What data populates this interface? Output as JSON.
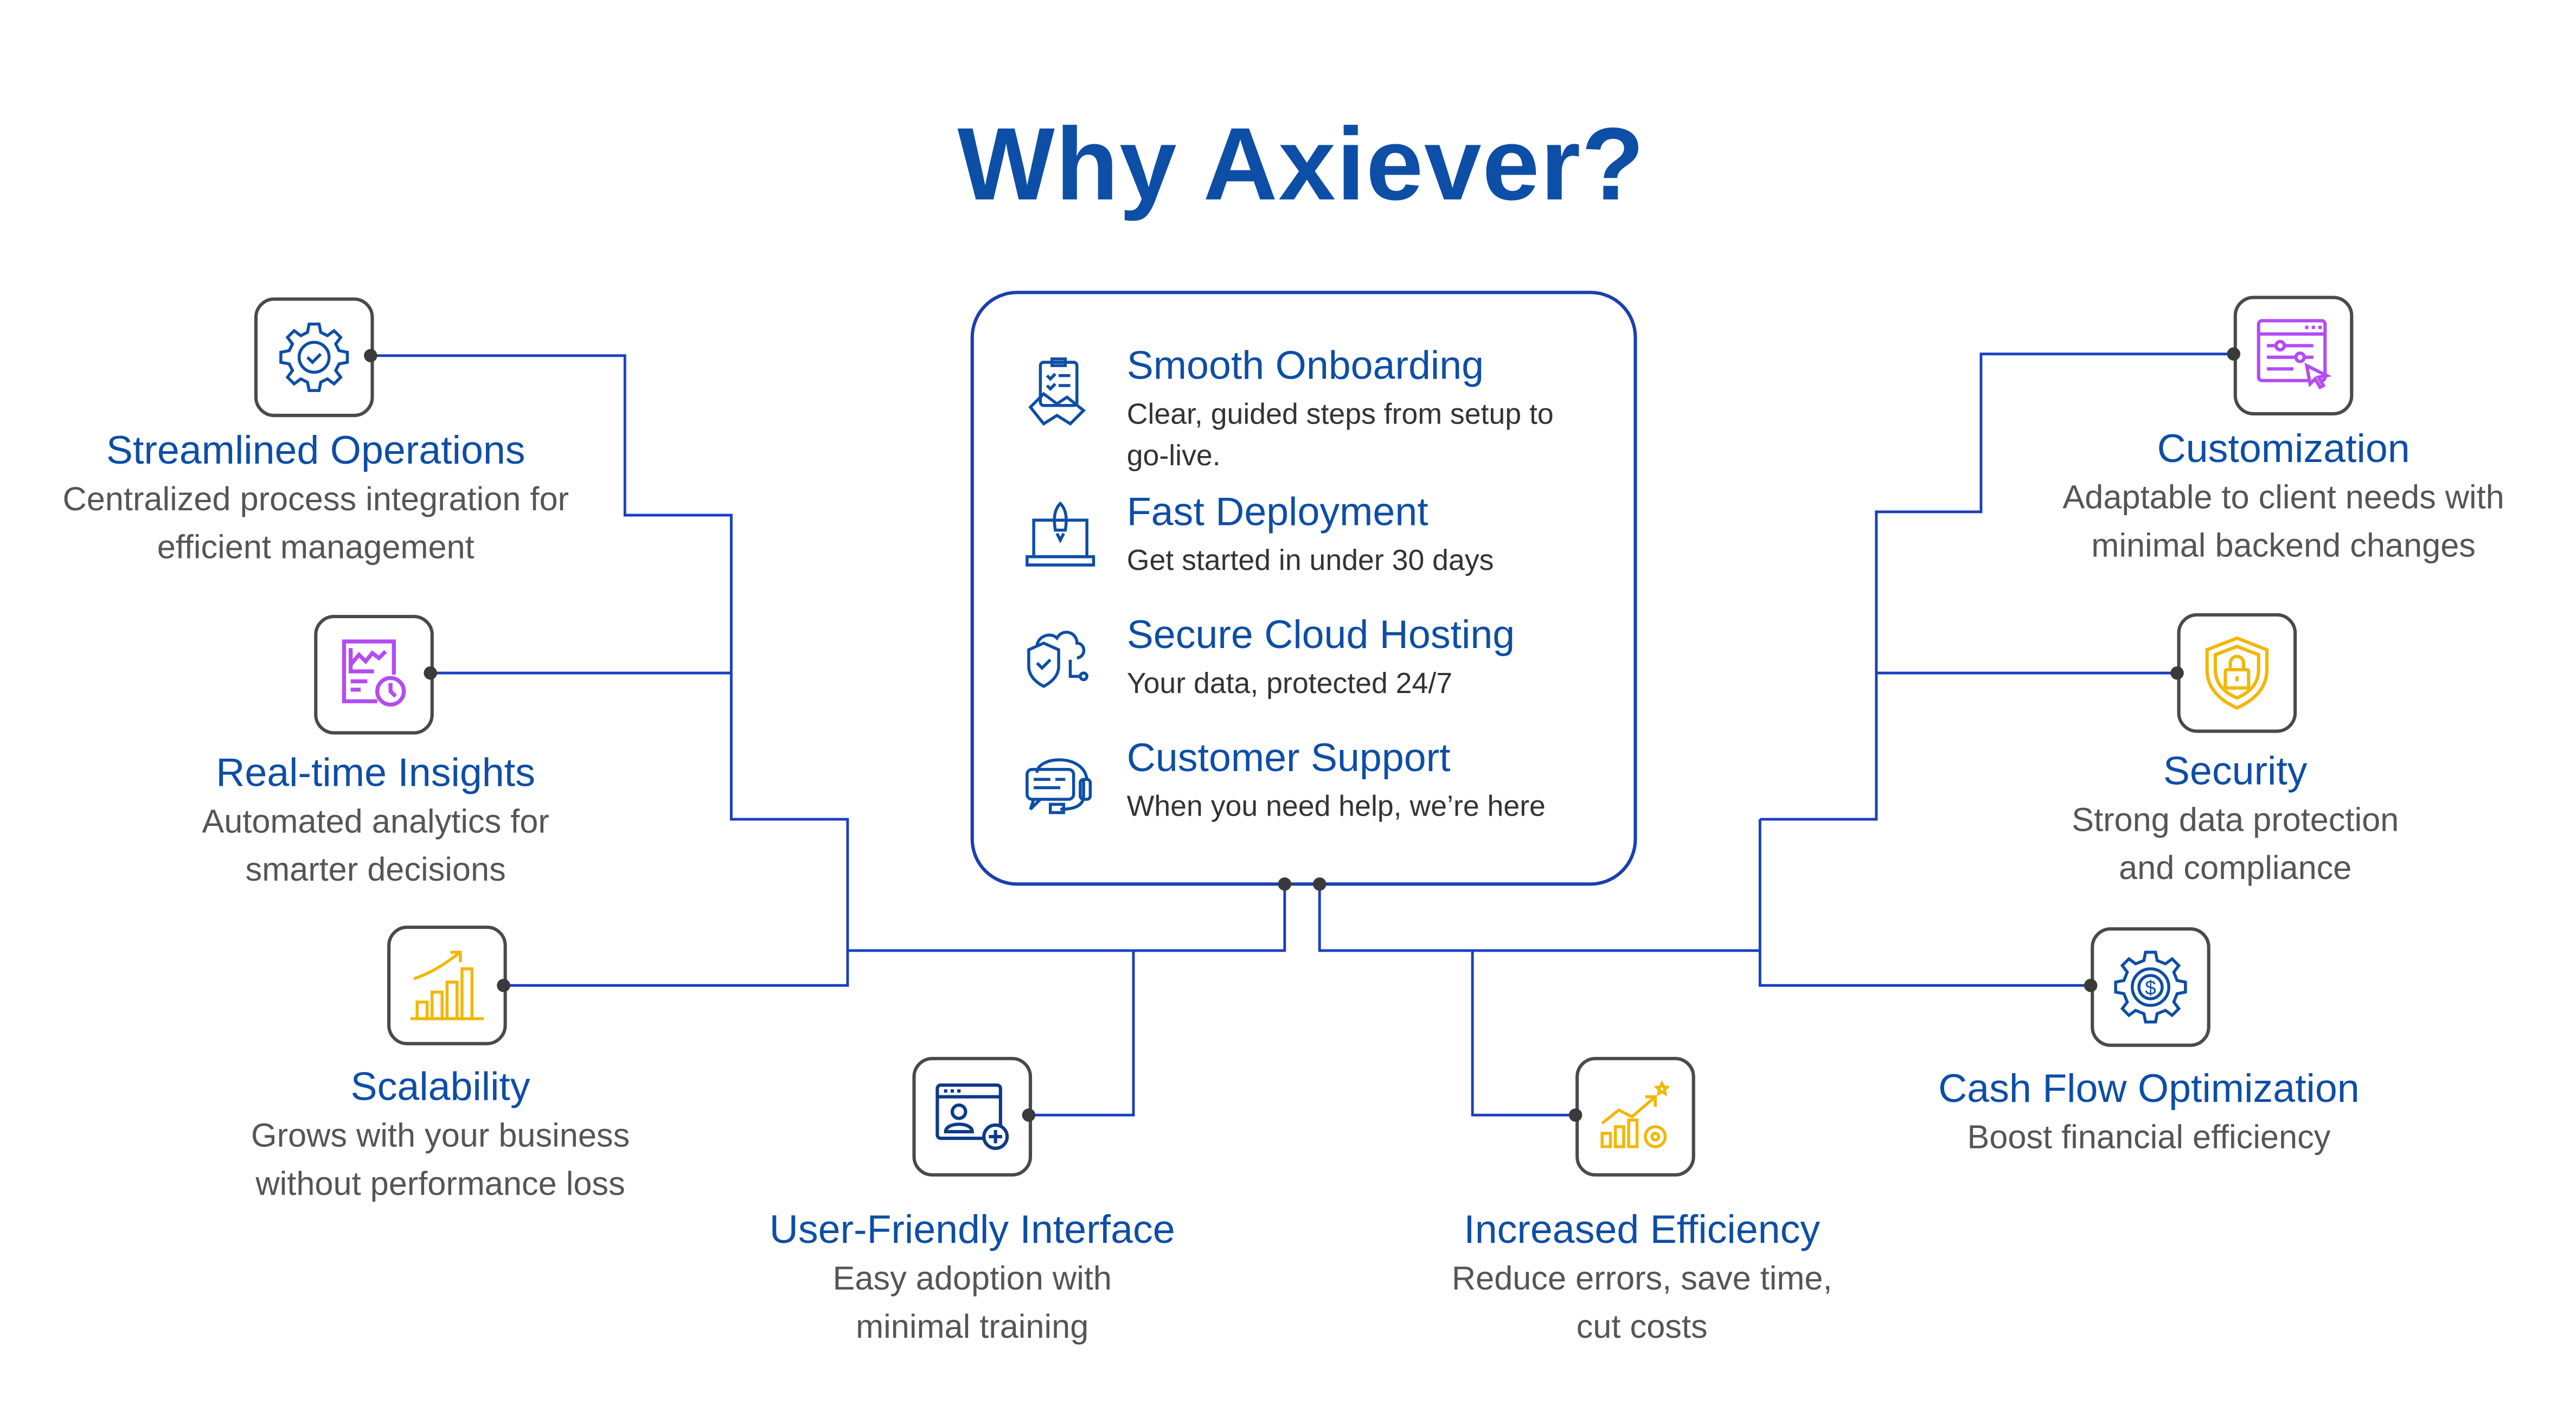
{
  "title": "Why Axiever?",
  "colors": {
    "brand_blue": "#0d4ea6",
    "line_blue": "#1a3fc0",
    "purple": "#b44cf2",
    "gold": "#f2b705"
  },
  "center": {
    "items": [
      {
        "title": "Smooth Onboarding",
        "desc": "Clear, guided steps from setup to go-live.",
        "icon": "clipboard-handshake-icon"
      },
      {
        "title": "Fast Deployment",
        "desc": "Get started in under 30 days",
        "icon": "laptop-rocket-icon"
      },
      {
        "title": "Secure Cloud Hosting",
        "desc": "Your data, protected 24/7",
        "icon": "cloud-shield-icon"
      },
      {
        "title": "Customer Support",
        "desc": "When you need help, we’re here",
        "icon": "headset-chat-icon"
      }
    ]
  },
  "features": [
    {
      "title": "Streamlined Operations",
      "line1": "Centralized process integration for",
      "line2": "efficient management",
      "icon": "gear-check-icon"
    },
    {
      "title": "Real-time Insights",
      "line1": "Automated analytics for",
      "line2": "smarter decisions",
      "icon": "report-clock-icon"
    },
    {
      "title": "Scalability",
      "line1": "Grows with your business",
      "line2": "without performance loss",
      "icon": "growth-chart-icon"
    },
    {
      "title": "User-Friendly Interface",
      "line1": "Easy adoption with",
      "line2": "minimal training",
      "icon": "user-window-icon"
    },
    {
      "title": "Increased Efficiency",
      "line1": "Reduce errors, save time,",
      "line2": "cut costs",
      "icon": "chart-gear-icon"
    },
    {
      "title": "Cash Flow Optimization",
      "line1": "Boost financial efficiency",
      "line2": "",
      "icon": "dollar-gear-icon"
    },
    {
      "title": "Security",
      "line1": "Strong data protection",
      "line2": "and compliance",
      "icon": "shield-lock-icon"
    },
    {
      "title": "Customization",
      "line1": "Adaptable to client needs with",
      "line2": "minimal backend changes",
      "icon": "settings-window-icon"
    }
  ]
}
